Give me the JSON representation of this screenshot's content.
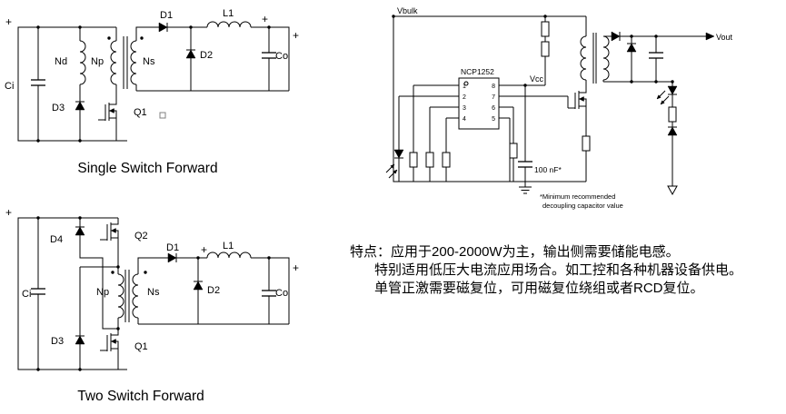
{
  "page": {
    "bg": "#ffffff",
    "ink": "#000000",
    "plus_sign": "+"
  },
  "single_switch": {
    "title": "Single Switch Forward",
    "labels": {
      "ci": "Ci",
      "nd": "Nd",
      "np": "Np",
      "ns": "Ns",
      "d1": "D1",
      "d2": "D2",
      "d3": "D3",
      "l1": "L1",
      "co": "Co",
      "q1": "Q1"
    }
  },
  "two_switch": {
    "title": "Two Switch Forward",
    "labels": {
      "ci": "Ci",
      "np": "Np",
      "ns": "Ns",
      "d1": "D1",
      "d2": "D2",
      "d3": "D3",
      "d4": "D4",
      "l1": "L1",
      "co": "Co",
      "q1": "Q1",
      "q2": "Q2"
    }
  },
  "app_circuit": {
    "ic": "NCP1252",
    "vbulk": "Vbulk",
    "vcc": "Vcc",
    "vout": "Vout",
    "cap_value": "100 nF*",
    "footnote_line1": "*Minimum recommended",
    "footnote_line2": "decoupling capacitor value",
    "pins_left": [
      "1",
      "2",
      "3",
      "4"
    ],
    "pins_right": [
      "8",
      "7",
      "6",
      "5"
    ]
  },
  "notes": {
    "label": "特点：",
    "line1": "应用于200-2000W为主，输出侧需要储能电感。",
    "line2": "特别适用低压大电流应用场合。如工控和各种机器设备供电。",
    "line3": "单管正激需要磁复位，可用磁复位绕组或者RCD复位。"
  }
}
